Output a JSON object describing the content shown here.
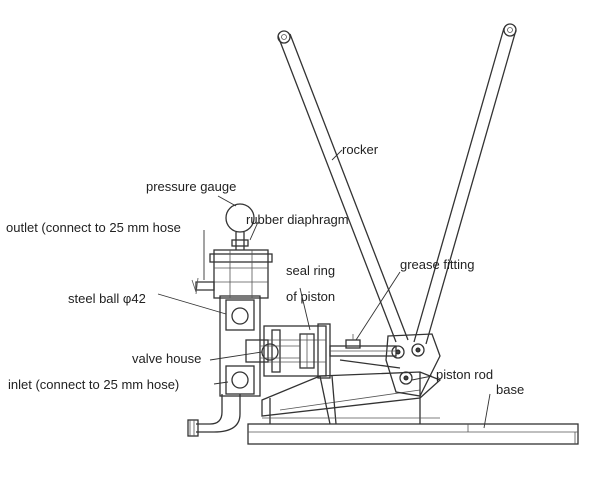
{
  "labels": {
    "rocker": "rocker",
    "pressure_gauge": "pressure gauge",
    "rubber_diaphragm": "rubber diaphragm",
    "outlet": "outlet (connect to 25 mm hose",
    "seal_ring": "seal ring",
    "of_piston": "of piston",
    "grease_fitting": "grease fitting",
    "steel_ball": "steel ball φ42",
    "valve_house": "valve house",
    "piston_rod": "piston rod",
    "inlet": "inlet (connect to 25 mm hose)",
    "base": "base"
  }
}
